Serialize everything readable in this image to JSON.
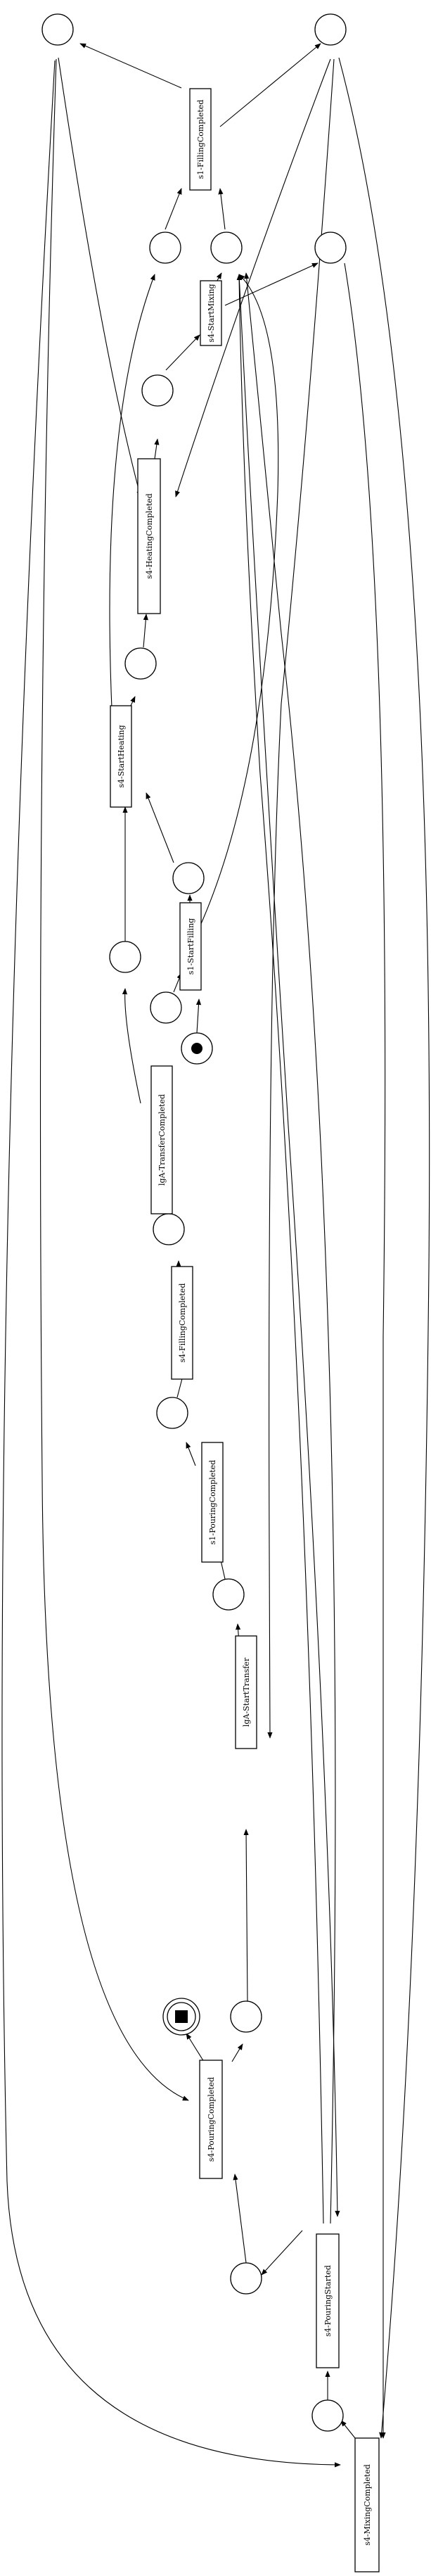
{
  "petri_net": {
    "transitions": [
      {
        "id": "t_s1_filling_completed",
        "label": "s1-FillingCompleted"
      },
      {
        "id": "t_s4_start_mixing",
        "label": "s4-StartMixing"
      },
      {
        "id": "t_s4_heating_completed",
        "label": "s4-HeatingCompleted"
      },
      {
        "id": "t_s4_start_heating",
        "label": "s4-StartHeating"
      },
      {
        "id": "t_s1_start_filling",
        "label": "s1-StartFilling"
      },
      {
        "id": "t_lga_transfer_completed",
        "label": "lgA-TransferCompleted"
      },
      {
        "id": "t_s4_filling_completed",
        "label": "s4-FillingCompleted"
      },
      {
        "id": "t_s1_pouring_completed",
        "label": "s1-PouringCompleted"
      },
      {
        "id": "t_lga_start_transfer",
        "label": "lgA-StartTransfer"
      },
      {
        "id": "t_s4_pouring_completed",
        "label": "s4-PouringCompleted"
      },
      {
        "id": "t_s4_pouring_started",
        "label": "s4-PouringStarted"
      },
      {
        "id": "t_s4_mixing_completed",
        "label": "s4-MixingCompleted"
      }
    ],
    "places": [
      {
        "id": "p1",
        "marking": "none"
      },
      {
        "id": "p2",
        "marking": "none"
      },
      {
        "id": "p3",
        "marking": "none"
      },
      {
        "id": "p4",
        "marking": "none"
      },
      {
        "id": "p5",
        "marking": "none"
      },
      {
        "id": "p6",
        "marking": "none"
      },
      {
        "id": "p7",
        "marking": "none"
      },
      {
        "id": "p8",
        "marking": "none"
      },
      {
        "id": "p9",
        "marking": "none"
      },
      {
        "id": "p10",
        "marking": "none"
      },
      {
        "id": "p11",
        "marking": "initial-token"
      },
      {
        "id": "p12",
        "marking": "none"
      },
      {
        "id": "p13",
        "marking": "none"
      },
      {
        "id": "p14",
        "marking": "none"
      },
      {
        "id": "p15",
        "marking": "final-square"
      },
      {
        "id": "p16",
        "marking": "none"
      },
      {
        "id": "p17",
        "marking": "none"
      },
      {
        "id": "p18",
        "marking": "none"
      }
    ],
    "colors": {
      "stroke": "#000000",
      "fill": "#ffffff"
    }
  }
}
